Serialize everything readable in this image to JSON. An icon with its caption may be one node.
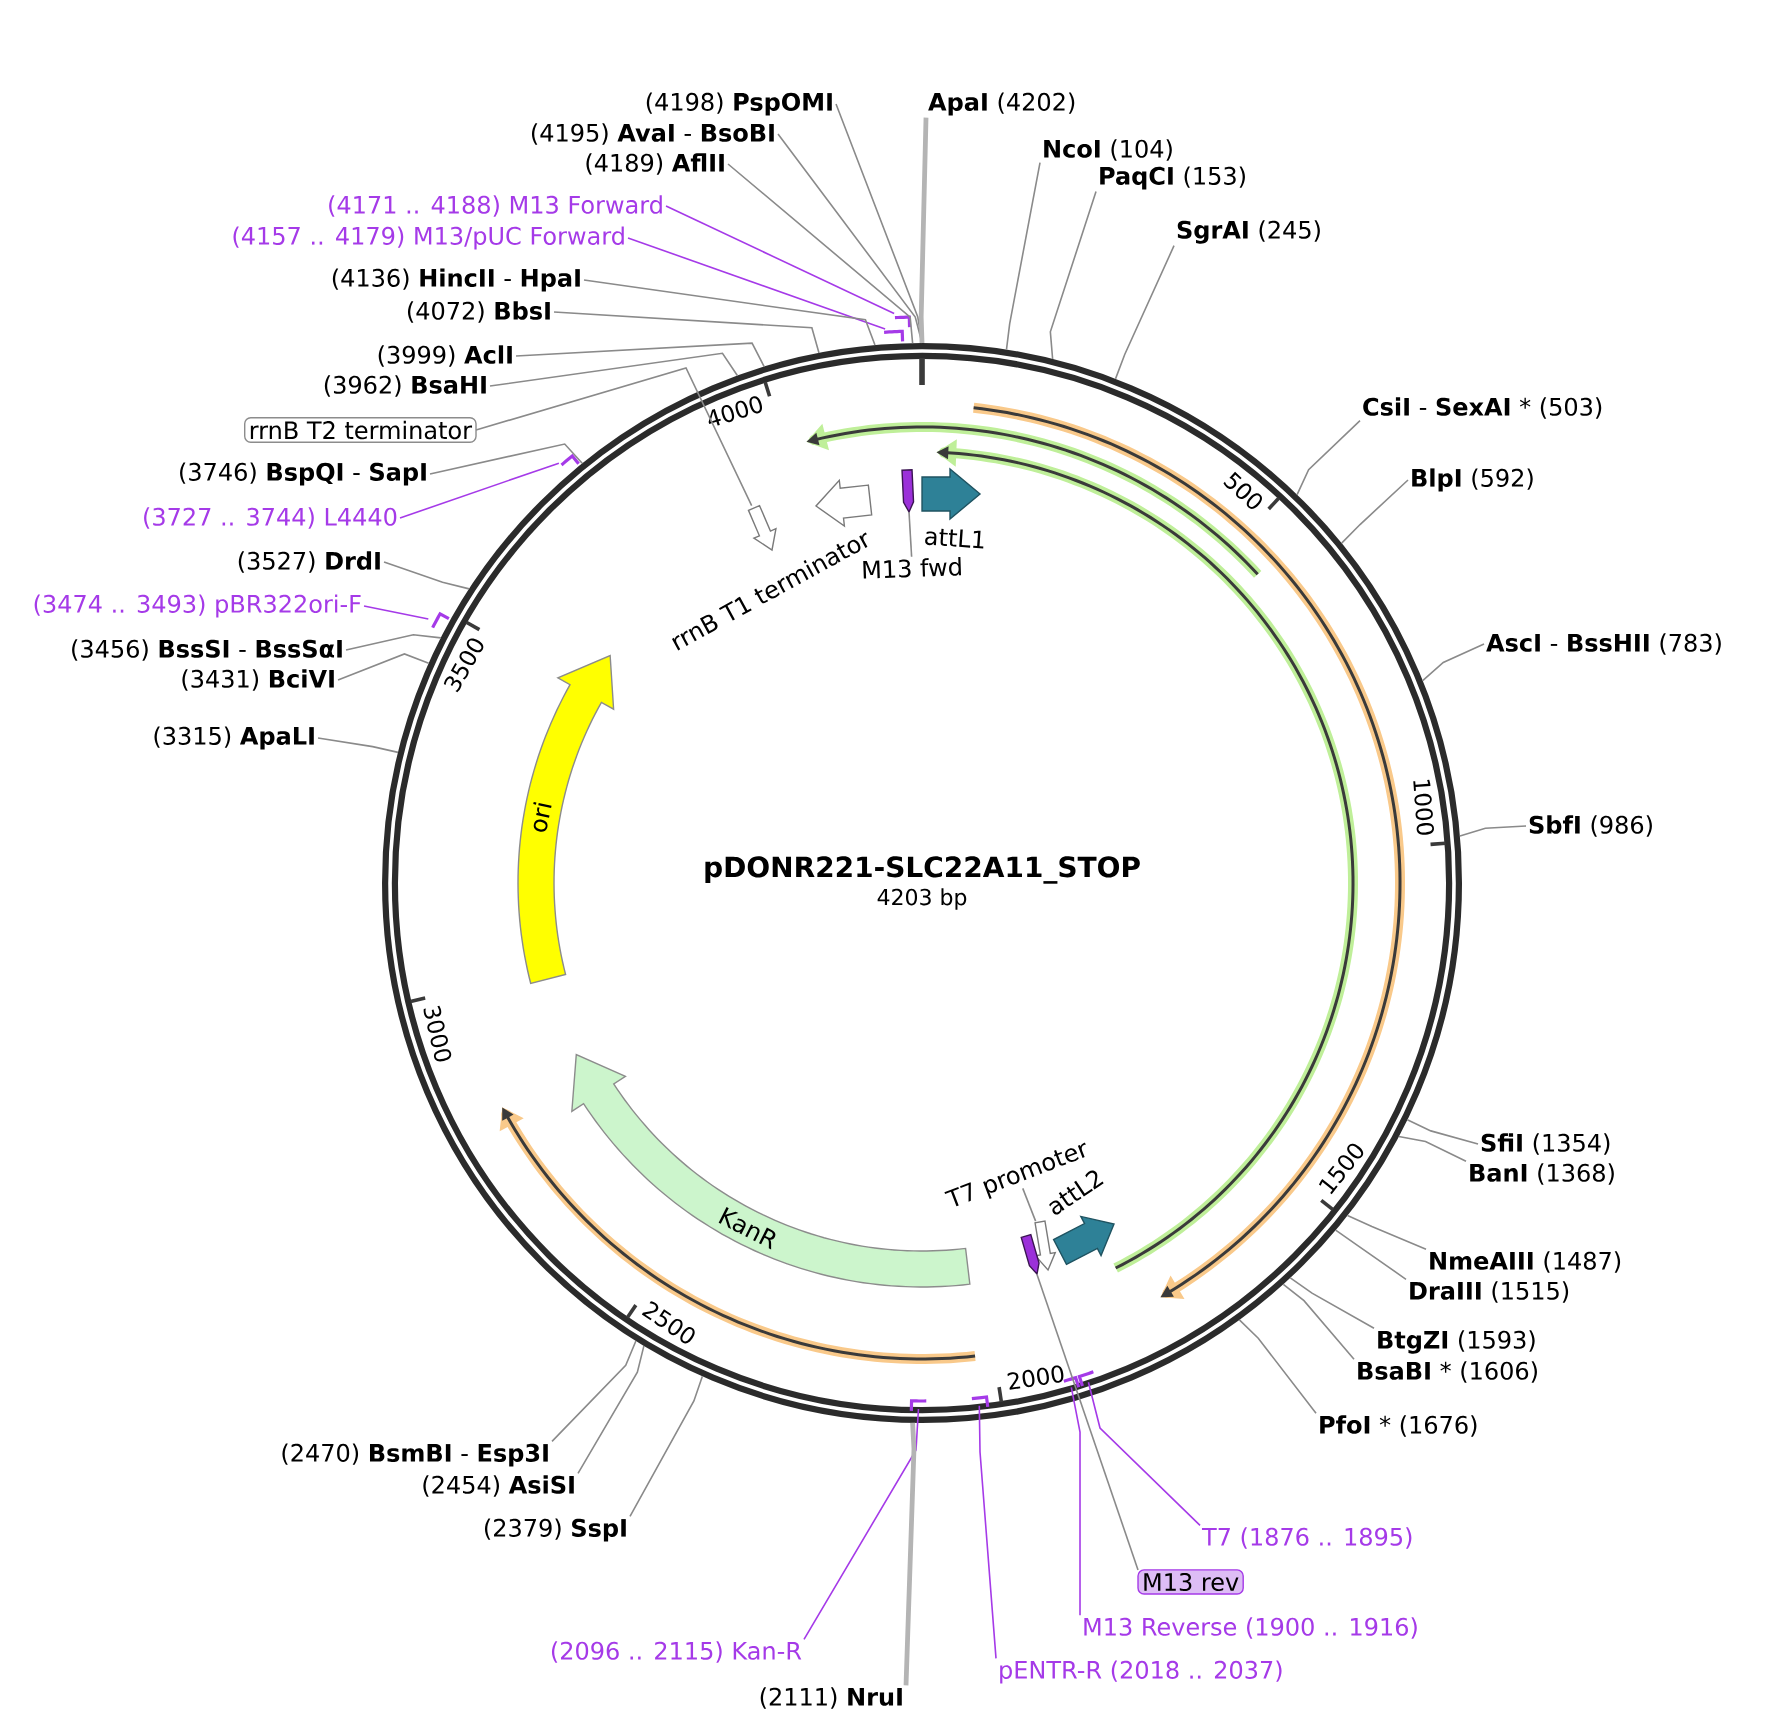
{
  "diagram": {
    "nodes": [
      {
        "text": [
          "pDONR221-SLC22A11_STOP",
          "4203 bp"
        ]
      },
      {
        "text": [
          "(4198) **PspOMI**"
        ]
      },
      {
        "text": [
          "(4195) **AvaI** - **BsoBI**"
        ]
      },
      {
        "text": [
          "(4189) **AflII**"
        ]
      },
      {
        "text": [
          "(4171 .. 4188) M13 Forward"
        ]
      },
      {
        "text": [],
        "shape": "bar"
      },
      {
        "text": [
          "(4157 .. 4179) M13/pUC Forward"
        ]
      },
      {
        "text": [],
        "shape": "bar"
      },
      {
        "text": [
          "(4136) **HincII** - **HpaI**"
        ]
      },
      {
        "text": [
          "(4072) **BbsI**"
        ]
      },
      {
        "text": [
          "(3999) **AclI**"
        ]
      },
      {
        "text": [
          "(3962) **BsaHI**"
        ]
      },
      {
        "text": [
          "rrnB T2 terminator"
        ]
      },
      {
        "text": [
          "(3746) **BspQI** - **SapI**"
        ]
      },
      {
        "text": [
          "(3727 .. 3744) L4440"
        ]
      },
      {
        "text": [],
        "shape": "bar"
      },
      {
        "text": [
          "(3527) **DrdI**"
        ]
      },
      {
        "text": [
          "(3474 .. 3493) pBR322ori-F"
        ]
      },
      {
        "text": [],
        "shape": "bar"
      },
      {
        "text": [
          "(3456) **BssSI** - **BssSαI**"
        ]
      },
      {
        "text": [
          "(3431) **BciVI**"
        ]
      },
      {
        "text": [
          "(3315) **ApaLI**"
        ]
      },
      {
        "text": [
          "**ApaI** (4202)"
        ]
      },
      {
        "text": [
          "**NcoI** (104)"
        ]
      },
      {
        "text": [
          "**PaqCI** (153)"
        ]
      },
      {
        "text": [
          "**SgrAI** (245)"
        ]
      },
      {
        "text": [
          "**CsiI** - **SexAI** * (503)"
        ]
      },
      {
        "text": [
          "**BlpI** (592)"
        ]
      },
      {
        "text": [
          "**AscI** - **BssHII** (783)"
        ]
      },
      {
        "text": [
          "**SbfI** (986)"
        ]
      },
      {
        "text": [
          "**SfiI** (1354)"
        ]
      },
      {
        "text": [
          "**BanI** (1368)"
        ]
      },
      {
        "text": [
          "**NmeAIII** (1487)"
        ]
      },
      {
        "text": [
          "**DraIII** (1515)"
        ]
      },
      {
        "text": [
          "**BtgZI** (1593)"
        ]
      },
      {
        "text": [
          "**BsaBI** * (1606)"
        ]
      },
      {
        "text": [
          "**PfoI** * (1676)"
        ]
      },
      {
        "text": [
          "T7 (1876 .. 1895)"
        ]
      },
      {
        "text": [],
        "shape": "bar",
        "in": 0
      },
      {
        "text": [
          "M13 rev"
        ]
      },
      {
        "text": [
          "M13 Reverse (1900 .. 1916)"
        ]
      },
      {
        "text": [],
        "shape": "bar",
        "in": 0
      },
      {
        "text": [
          "pENTR-R (2018 .. 2037)"
        ]
      },
      {
        "text": [],
        "shape": "bar",
        "in": 0
      },
      {
        "text": [
          "(2096 .. 2115) Kan-R"
        ]
      },
      {
        "text": [],
        "shape": "bar",
        "in": 0
      },
      {
        "text": [
          "(2111) **NruI**"
        ]
      },
      {
        "text": [
          "(2379) **SspI**"
        ]
      },
      {
        "text": [
          "(2454) **AsiSI**"
        ]
      },
      {
        "text": [
          "(2470) **BsmBI** - **Esp3I**"
        ]
      },
      {
        "text": [],
        "shape": "arrow",
        "in": 0
      },
      {
        "text": [
          "rrnB T1 terminator"
        ],
        "in": 0
      },
      {
        "text": [],
        "shape": "arrow",
        "in": 0
      },
      {
        "text": [
          "M13 fwd"
        ],
        "in": 0
      },
      {
        "text": [
          "attL1"
        ],
        "in": 0
      },
      {
        "text": [
          "ori"
        ],
        "in": 0
      },
      {
        "text": [
          "KanR"
        ],
        "in": 0
      },
      {
        "text": [
          "T7 promoter"
        ],
        "in": 0
      },
      {
        "text": [],
        "shape": "arrow",
        "in": 0
      },
      {
        "text": [],
        "shape": "arrow",
        "in": 0
      },
      {
        "text": [
          "attL2"
        ],
        "in": 0
      }
    ],
    "edges": [
      {
        "from": 1,
        "to": 0,
        "arrow": "none"
      },
      {
        "from": 2,
        "to": 0,
        "arrow": "none"
      },
      {
        "from": 3,
        "to": 0,
        "arrow": "none"
      },
      {
        "from": 4,
        "to": 5,
        "arrow": "none",
        "color": "#a53ae8"
      },
      {
        "from": 6,
        "to": 7,
        "arrow": "none",
        "color": "#a53ae8"
      },
      {
        "from": 8,
        "to": 0,
        "arrow": "none"
      },
      {
        "from": 9,
        "to": 0,
        "arrow": "none"
      },
      {
        "from": 10,
        "to": 0,
        "arrow": "none"
      },
      {
        "from": 11,
        "to": 0,
        "arrow": "none"
      },
      {
        "from": 12,
        "to": 50,
        "arrow": "none"
      },
      {
        "from": 13,
        "to": 0,
        "arrow": "none"
      },
      {
        "from": 14,
        "to": 15,
        "arrow": "none",
        "color": "#a53ae8"
      },
      {
        "from": 16,
        "to": 0,
        "arrow": "none"
      },
      {
        "from": 17,
        "to": 18,
        "arrow": "none",
        "color": "#a53ae8"
      },
      {
        "from": 19,
        "to": 0,
        "arrow": "none"
      },
      {
        "from": 20,
        "to": 0,
        "arrow": "none"
      },
      {
        "from": 21,
        "to": 0,
        "arrow": "none"
      },
      {
        "from": 22,
        "to": 0,
        "arrow": "none",
        "style": "thick",
        "color": "#b4b4b4"
      },
      {
        "from": 23,
        "to": 0,
        "arrow": "none"
      },
      {
        "from": 24,
        "to": 0,
        "arrow": "none"
      },
      {
        "from": 25,
        "to": 0,
        "arrow": "none"
      },
      {
        "from": 26,
        "to": 0,
        "arrow": "none"
      },
      {
        "from": 27,
        "to": 0,
        "arrow": "none"
      },
      {
        "from": 28,
        "to": 0,
        "arrow": "none"
      },
      {
        "from": 29,
        "to": 0,
        "arrow": "none"
      },
      {
        "from": 30,
        "to": 0,
        "arrow": "none"
      },
      {
        "from": 31,
        "to": 0,
        "arrow": "none"
      },
      {
        "from": 32,
        "to": 0,
        "arrow": "none"
      },
      {
        "from": 33,
        "to": 0,
        "arrow": "none"
      },
      {
        "from": 34,
        "to": 0,
        "arrow": "none"
      },
      {
        "from": 35,
        "to": 0,
        "arrow": "none"
      },
      {
        "from": 36,
        "to": 0,
        "arrow": "none"
      },
      {
        "from": 37,
        "to": 38,
        "arrow": "none",
        "color": "#a53ae8"
      },
      {
        "from": 39,
        "to": 59,
        "arrow": "none"
      },
      {
        "from": 40,
        "to": 41,
        "arrow": "none",
        "color": "#a53ae8"
      },
      {
        "from": 42,
        "to": 43,
        "arrow": "none",
        "color": "#a53ae8"
      },
      {
        "from": 44,
        "to": 45,
        "arrow": "none",
        "color": "#a53ae8"
      },
      {
        "from": 46,
        "to": 0,
        "arrow": "none",
        "style": "thick",
        "color": "#b4b4b4"
      },
      {
        "from": 47,
        "to": 0,
        "arrow": "none"
      },
      {
        "from": 48,
        "to": 0,
        "arrow": "none"
      },
      {
        "from": 49,
        "to": 0,
        "arrow": "none"
      },
      {
        "from": 53,
        "to": 52,
        "arrow": "none"
      },
      {
        "from": 57,
        "to": 58,
        "arrow": "none"
      }
    ],
    "labels": [
      "500",
      "1000",
      "1500",
      "2000",
      "2500",
      "3000",
      "3500",
      "4000"
    ]
  }
}
